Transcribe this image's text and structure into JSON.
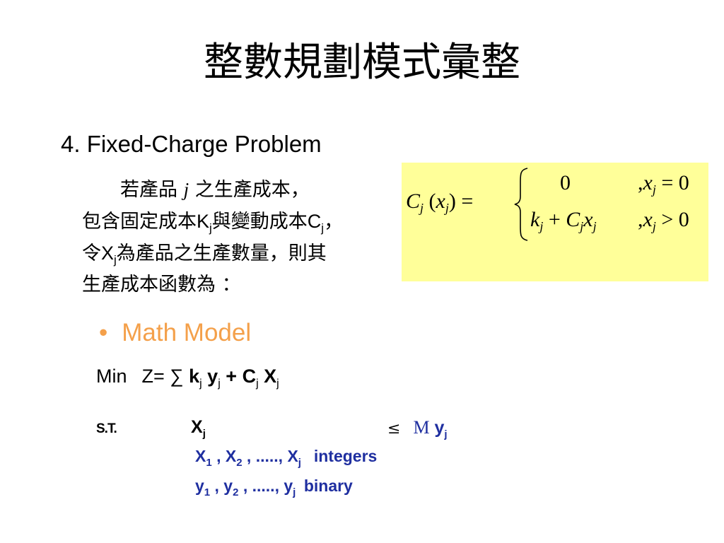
{
  "title": "整數規劃模式彙整",
  "section_heading": "4. Fixed-Charge Problem",
  "intro": {
    "l1_a": "若產品 ",
    "l1_j": "j",
    "l1_b": " 之生產成本，",
    "l2_a": "包含固定成本",
    "l2_K": "K",
    "l2_sub_j1": "j",
    "l2_b": "與變動成本",
    "l2_C": "C",
    "l2_sub_j2": "j",
    "l2_c": "，",
    "l3_a": "令",
    "l3_X": "X",
    "l3_sub_j": "j",
    "l3_b": "為產品之生產數量，則其",
    "l4": "生產成本函數為 ："
  },
  "formula": {
    "lhs_C": "C",
    "lhs_sub": "j",
    "lhs_paren_open": "(",
    "lhs_x": "x",
    "lhs_x_sub": "j",
    "lhs_paren_close": ")",
    "lhs_eq": "=",
    "case1_value": "0",
    "case1_cond_comma": ",",
    "case1_cond_x": "x",
    "case1_cond_sub": "j",
    "case1_cond_rel": "= 0",
    "case2_k": "k",
    "case2_k_sub": "j",
    "case2_plus": "+",
    "case2_C": "C",
    "case2_C_sub": "j",
    "case2_x": "x",
    "case2_x_sub": "j",
    "case2_cond_comma": ",",
    "case2_cond_x": "x",
    "case2_cond_sub": "j",
    "case2_cond_rel": "> 0",
    "box_color": "#ffff99"
  },
  "bullet": {
    "dot": "•",
    "label": "Math Model",
    "color": "#f4a04a"
  },
  "model": {
    "min_label": "Min",
    "z_eq": "Z= ∑",
    "k": "k",
    "k_sub": "j",
    "y": "y",
    "y_sub": "j",
    "plus": "+",
    "C": "C",
    "C_sub": "j",
    "X": "X",
    "X_sub": "j",
    "st_label": "S.T.",
    "c1_X": "X",
    "c1_X_sub": "j",
    "c1_leq": "≤",
    "c1_M": "M",
    "c1_y": "y",
    "c1_y_sub": "j",
    "int_X1": "X",
    "int_X1_sub": "1",
    "int_sep1": " , X",
    "int_X2_sub": "2",
    "int_sep2": " , ....., X",
    "int_Xj_sub": "j",
    "int_label": "integers",
    "bin_y1": "y",
    "bin_y1_sub": "1",
    "bin_sep1": " , y",
    "bin_y2_sub": "2",
    "bin_sep2": " , ....., y",
    "bin_yj_sub": "j",
    "bin_label": "binary",
    "accent_color": "#1f2fa0"
  }
}
